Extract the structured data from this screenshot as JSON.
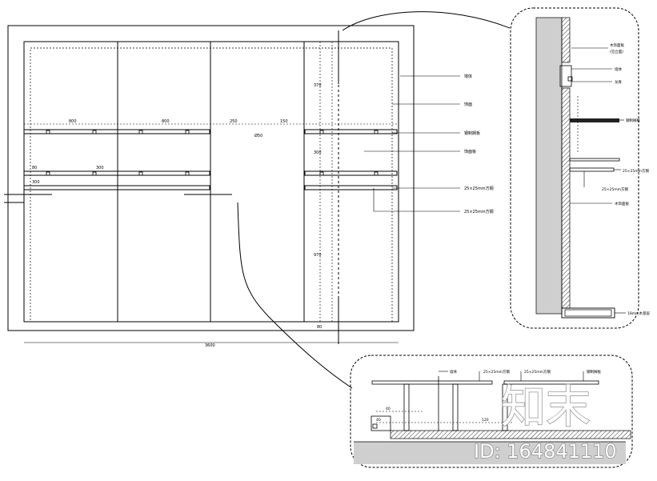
{
  "elevation": {
    "dims": {
      "shelf_span_left": "800",
      "shelf_span_mid": "800",
      "gap_center": "250",
      "gap_right": "150",
      "small_left": "80",
      "small_a": "300",
      "small_b": "300",
      "ceiling_height": "370",
      "mid_height": "300",
      "lower_height": "970",
      "base_height": "80",
      "total_width": "3600",
      "center_mark": "Ø50"
    },
    "labels": {
      "l1": "墙体",
      "l2": "饰面",
      "l3": "钢制搁板",
      "l4": "饰面板",
      "l5": "25×25mm方钢",
      "l6": "25×25mm方钢"
    }
  },
  "section_vertical": {
    "labels": {
      "s1": "木饰面板",
      "s1b": "(见立面)",
      "s2": "墙体",
      "s3": "龙骨",
      "s4": "钢制搁板",
      "s5": "25×25mm方钢",
      "s6": "25×25mm方钢",
      "s7": "木饰面板",
      "s8": "18mm木基层"
    }
  },
  "section_horizontal": {
    "labels": {
      "h1": "墙体",
      "h2": "25×25mm方钢",
      "h3": "25×25mm方钢",
      "h4": "钢制搁板"
    },
    "dims": {
      "d1": "40",
      "d2": "120",
      "d3": "40"
    }
  },
  "watermark": {
    "logo": "知末",
    "id_text": "ID: 164841110"
  }
}
